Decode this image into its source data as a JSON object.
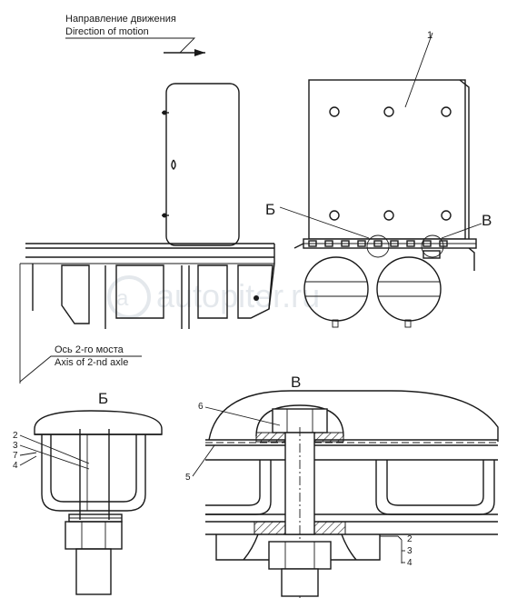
{
  "direction": {
    "label_ru": "Направление движения",
    "label_en": "Direction of motion"
  },
  "axle": {
    "label_ru": "Ось 2-го моста",
    "label_en": "Axis of 2-nd axle"
  },
  "views": {
    "detail_b": "Б",
    "detail_v": "В"
  },
  "callouts": {
    "c1": "1",
    "c2a": "2",
    "c3a": "3",
    "c7": "7",
    "c4a": "4",
    "c5": "5",
    "c6": "6",
    "c2b": "2",
    "c3b": "3",
    "c4b": "4"
  },
  "watermark": "autopiter.ru"
}
